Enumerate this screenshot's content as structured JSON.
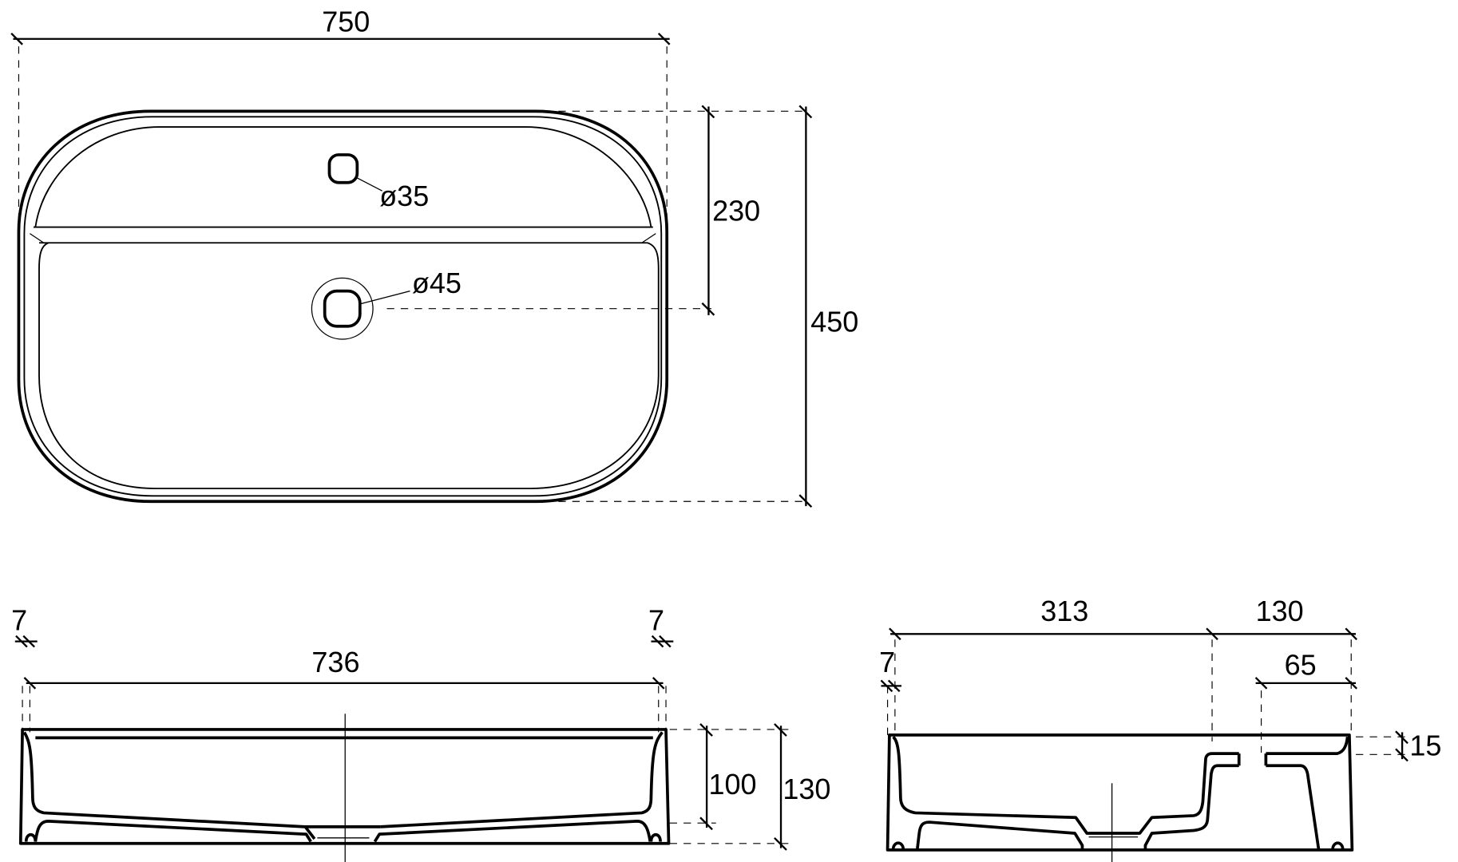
{
  "top_view": {
    "width_dim": "750",
    "shelf_dim": "230",
    "depth_dim": "450",
    "tap_hole": "ø35",
    "drain_hole": "ø45"
  },
  "front_view": {
    "left_wall": "7",
    "right_wall": "7",
    "inner_width": "736",
    "bowl_depth": "100",
    "total_height": "130"
  },
  "side_view": {
    "bowl_length": "313",
    "shelf_length": "130",
    "tap_offset": "65",
    "wall": "7",
    "shelf_drop": "15"
  }
}
